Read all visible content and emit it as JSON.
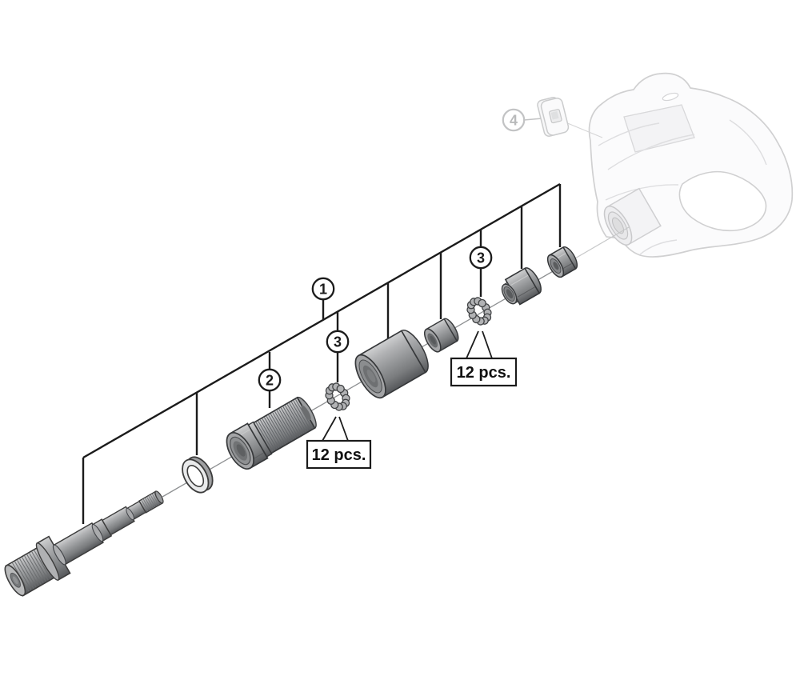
{
  "diagram": {
    "callouts": {
      "c1": "1",
      "c2": "2",
      "c3_lower": "3",
      "c3_upper": "3",
      "c4": "4"
    },
    "quantity_labels": {
      "lower": "12 pcs.",
      "upper": "12 pcs."
    },
    "parts": [
      "pedal-axle",
      "seal-washer",
      "axle-adapter",
      "steel-balls-lower",
      "inner-cover",
      "cone-spacer",
      "steel-balls-upper",
      "cone-nut",
      "lock-nut",
      "cleat-adapter-plate",
      "pedal-body"
    ],
    "colors": {
      "callout_line": "#1b1b1b",
      "metal_gray": "#8f9193",
      "ghost_gray": "#c9cacc",
      "background": "#ffffff"
    }
  }
}
